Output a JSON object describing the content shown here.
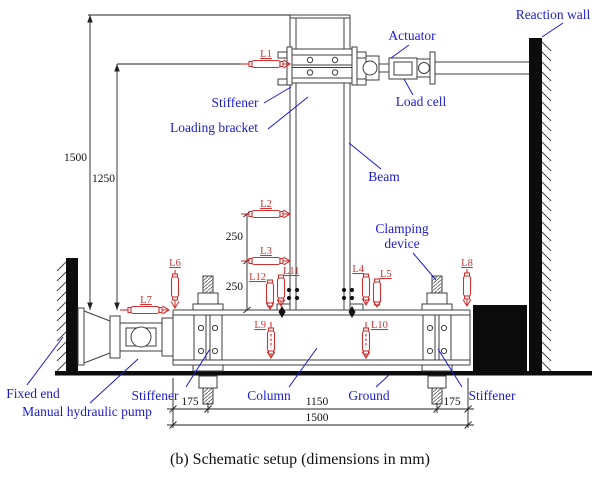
{
  "figure": {
    "caption": "(b) Schematic setup (dimensions in mm)"
  },
  "labels": {
    "reaction_wall": "Reaction wall",
    "actuator": "Actuator",
    "load_cell": "Load cell",
    "stiffener_top": "Stiffener",
    "loading_bracket": "Loading bracket",
    "beam": "Beam",
    "clamping_device_line1": "Clamping",
    "clamping_device_line2": "device",
    "fixed_end": "Fixed end",
    "manual_hydraulic_pump": "Manual hydraulic pump",
    "stiffener_left": "Stiffener",
    "column": "Column",
    "ground": "Ground",
    "stiffener_right": "Stiffener"
  },
  "dimensions": {
    "beam_top_height": "1500",
    "load_point_height": "1250",
    "lvdt_spacing_upper": "250",
    "lvdt_spacing_lower": "250",
    "left_offset": "175",
    "bolt_span": "1150",
    "right_offset": "175",
    "column_total": "1500"
  },
  "sensors": {
    "l1": "L1",
    "l2": "L2",
    "l3": "L3",
    "l4": "L4",
    "l5": "L5",
    "l6": "L6",
    "l7": "L7",
    "l8": "L8",
    "l9": "L9",
    "l10": "L10",
    "l11": "L11",
    "l12": "L12"
  },
  "colors": {
    "label_blue": "#1b1bd2",
    "sensor_red": "#cd3232",
    "structure_gray": "#3f3f3f",
    "solid_black": "#0c0c0c"
  }
}
